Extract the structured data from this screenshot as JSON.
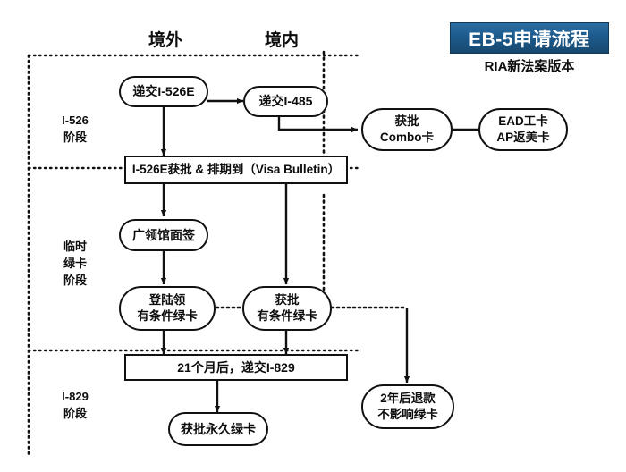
{
  "title": {
    "banner": "EB-5申请流程",
    "subtitle": "RIA新法案版本",
    "banner_color": "#1d5a8c",
    "banner_text_color": "#ffffff"
  },
  "columns": [
    {
      "label": "境外"
    },
    {
      "label": "境内"
    }
  ],
  "stages": [
    {
      "label": "I-526\n阶段"
    },
    {
      "label": "临时\n绿卡\n阶段"
    },
    {
      "label": "I-829\n阶段"
    }
  ],
  "nodes": [
    {
      "id": "submit-i526e",
      "label": "递交I-526E",
      "shape": "pill"
    },
    {
      "id": "submit-i485",
      "label": "递交I-485",
      "shape": "pill"
    },
    {
      "id": "approved-combo",
      "label": "获批\nCombo卡",
      "shape": "pill"
    },
    {
      "id": "ead-ap",
      "label": "EAD工卡\nAP返美卡",
      "shape": "pill"
    },
    {
      "id": "i526e-approved",
      "label": "I-526E获批 & 排期到（Visa Bulletin）",
      "shape": "rect"
    },
    {
      "id": "consulate-interview",
      "label": "广领馆面签",
      "shape": "pill"
    },
    {
      "id": "land-conditional",
      "label": "登陆领\n有条件绿卡",
      "shape": "pill"
    },
    {
      "id": "approved-conditional",
      "label": "获批\n有条件绿卡",
      "shape": "pill"
    },
    {
      "id": "submit-i829",
      "label": "21个月后，递交I-829",
      "shape": "rect"
    },
    {
      "id": "refund-note",
      "label": "2年后退款\n不影响绿卡",
      "shape": "pill"
    },
    {
      "id": "permanent-green-card",
      "label": "获批永久绿卡",
      "shape": "pill"
    }
  ],
  "colors": {
    "stroke": "#111111",
    "background": "#ffffff",
    "text": "#0d0d0d"
  }
}
